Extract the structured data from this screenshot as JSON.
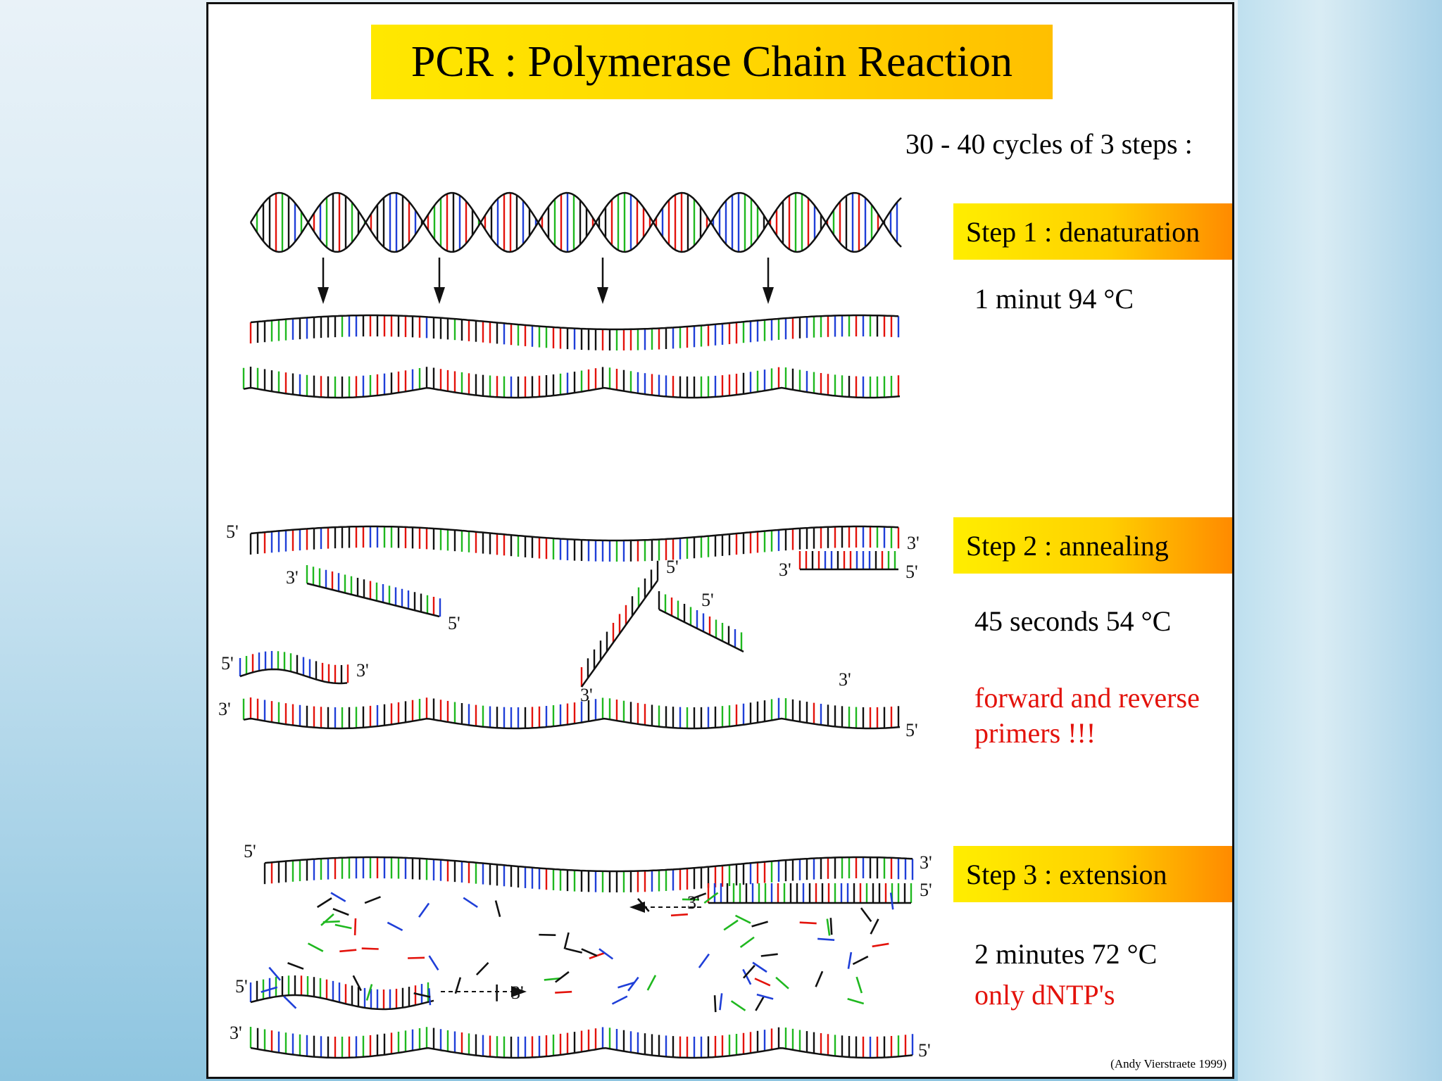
{
  "title": "PCR : Polymerase Chain Reaction",
  "cycles_text": "30 - 40 cycles of 3 steps :",
  "steps": [
    {
      "label": "Step 1 : denaturation",
      "condition": "1 minut 94 °C"
    },
    {
      "label": "Step 2 : annealing",
      "condition": "45 seconds 54 °C",
      "note_line1": "forward and reverse",
      "note_line2": "primers !!!"
    },
    {
      "label": "Step 3 : extension",
      "condition": "2 minutes 72 °C",
      "note": "only dNTP's"
    }
  ],
  "strand_labels": {
    "five": "5'",
    "three": "3'"
  },
  "credit": "(Andy Vierstraete 1999)",
  "colors": {
    "base_black": "#111111",
    "base_red": "#e3120b",
    "base_green": "#1fb81f",
    "base_blue": "#1f3fd8",
    "title_yellow": "#ffd400",
    "step_orange": "#ff8a00",
    "note_red": "#e3120b"
  }
}
